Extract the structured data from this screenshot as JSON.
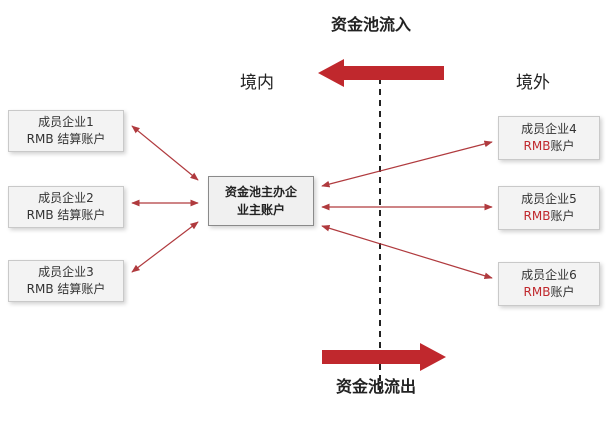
{
  "labels": {
    "inflow": "资金池流入",
    "outflow": "资金池流出",
    "domestic": "境内",
    "overseas": "境外"
  },
  "domestic_members": [
    {
      "name": "成员企业1",
      "account": "RMB 结算账户"
    },
    {
      "name": "成员企业2",
      "account": "RMB 结算账户"
    },
    {
      "name": "成员企业3",
      "account": "RMB 结算账户"
    }
  ],
  "overseas_members": [
    {
      "name": "成员企业4",
      "account_prefix": "RMB",
      "account_suffix": "账户"
    },
    {
      "name": "成员企业5",
      "account_prefix": "RMB",
      "account_suffix": "账户"
    },
    {
      "name": "成员企业6",
      "account_prefix": "RMB",
      "account_suffix": "账户"
    }
  ],
  "main_account": {
    "line1": "资金池主办企",
    "line2": "业主账户"
  },
  "colors": {
    "accent_red": "#c0282d",
    "arrow_thin": "#b03a3e",
    "box_bg": "#f3f3f3"
  }
}
